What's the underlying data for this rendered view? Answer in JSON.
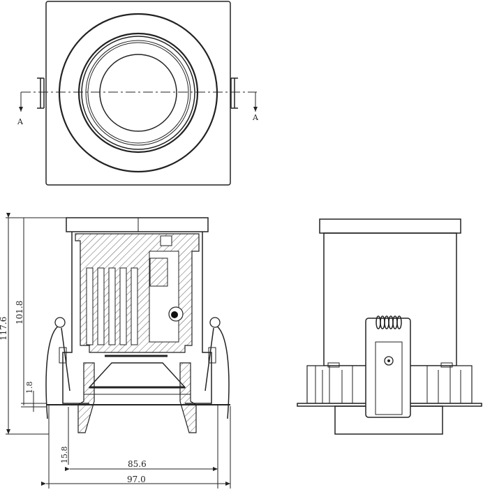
{
  "section_marks": {
    "left": "A",
    "right": "A"
  },
  "dimensions": {
    "overall_height": "117.6",
    "body_height": "101.8",
    "flange_thickness": "1.8",
    "trim_depth": "15.8",
    "cutout_diameter": "85.6",
    "overall_width": "97.0"
  }
}
